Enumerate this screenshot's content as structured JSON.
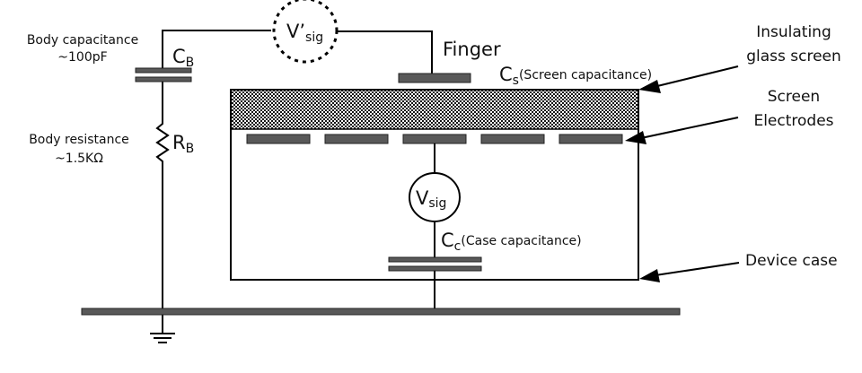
{
  "diagram": {
    "title": "Capacitive touchscreen equivalent circuit",
    "colors": {
      "wire": "#000000",
      "plate": "#595959",
      "text": "#111111",
      "background": "#ffffff"
    },
    "body": {
      "capacitance_label": "Body capacitance",
      "capacitance_value": "~100pF",
      "capacitor_symbol": "C",
      "capacitor_subscript": "B",
      "resistance_label": "Body resistance",
      "resistance_value": "~1.5KΩ",
      "resistor_symbol": "R",
      "resistor_subscript": "B"
    },
    "source_finger": {
      "symbol": "V’",
      "subscript": "sig",
      "style": "dashed-circle"
    },
    "finger_label": "Finger",
    "screen_capacitor": {
      "symbol": "C",
      "subscript": "s",
      "description": "(Screen capacitance)"
    },
    "source_device": {
      "symbol": "V",
      "subscript": "sig"
    },
    "case_capacitor": {
      "symbol": "C",
      "subscript": "c",
      "description": "(Case capacitance)"
    },
    "callouts": {
      "glass_line1": "Insulating",
      "glass_line2": "glass screen",
      "electrodes_line1": "Screen",
      "electrodes_line2": "Electrodes",
      "case": "Device case"
    },
    "electrode_count": 5,
    "ground_symbol": "ground-icon"
  }
}
